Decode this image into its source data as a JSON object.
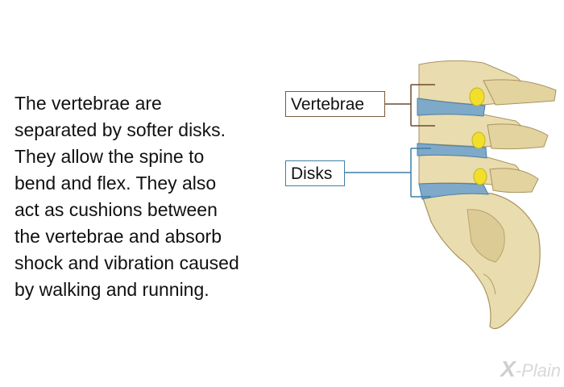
{
  "description_lines": [
    "The vertebrae are",
    "separated by softer disks.",
    "They allow the spine to",
    "bend and flex. They also",
    "act as cushions between",
    "the vertebrae and absorb",
    "shock and vibration caused",
    "by walking and running."
  ],
  "labels": {
    "vertebrae": "Vertebrae",
    "disks": "Disks"
  },
  "logo": {
    "mark": "X",
    "text": "-Plain"
  },
  "colors": {
    "bone": "#e9dcae",
    "bone_shadow": "#c9b67f",
    "disk": "#7ea9c8",
    "disk_light": "#b9d4e6",
    "nerve": "#f2df2b",
    "vertebrae_bracket": "#6b4c2e",
    "disks_bracket": "#3d7fa6"
  }
}
